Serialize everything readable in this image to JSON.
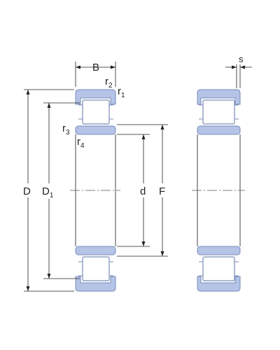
{
  "labels": {
    "B": "B",
    "s": "s",
    "r": "r",
    "sub_2": "2",
    "sub_1": "1",
    "sub_3": "3",
    "sub_4": "4",
    "D": "D",
    "D1": "D",
    "d": "d",
    "F": "F"
  },
  "colors": {
    "ring_fill": "#b4c3e6",
    "ring_stroke": "#7a8db8",
    "roller_fill": "#ffffff",
    "line": "#222222",
    "centerline": "#555555"
  }
}
